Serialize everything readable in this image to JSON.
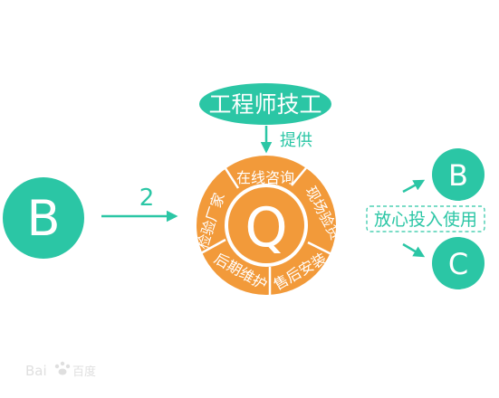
{
  "colors": {
    "teal": "#2bc6a5",
    "orange": "#f29a3a",
    "orange_dark": "#e2812a",
    "white": "#ffffff",
    "watermark": "#d5d5d5"
  },
  "nodes": {
    "left_b": "B",
    "center_q": "Q",
    "right_b": "B",
    "right_c": "C",
    "engineer": "工程师技工"
  },
  "labels": {
    "provide": "提供",
    "step_number": "2",
    "use_with_confidence": "放心投入使用"
  },
  "ring_segments": [
    "在线咨询",
    "现场验货",
    "售后安装",
    "后期维护",
    "检验厂家"
  ],
  "watermark": {
    "latin": "Bai",
    "cn": "百度",
    "icon": "paw-icon"
  }
}
